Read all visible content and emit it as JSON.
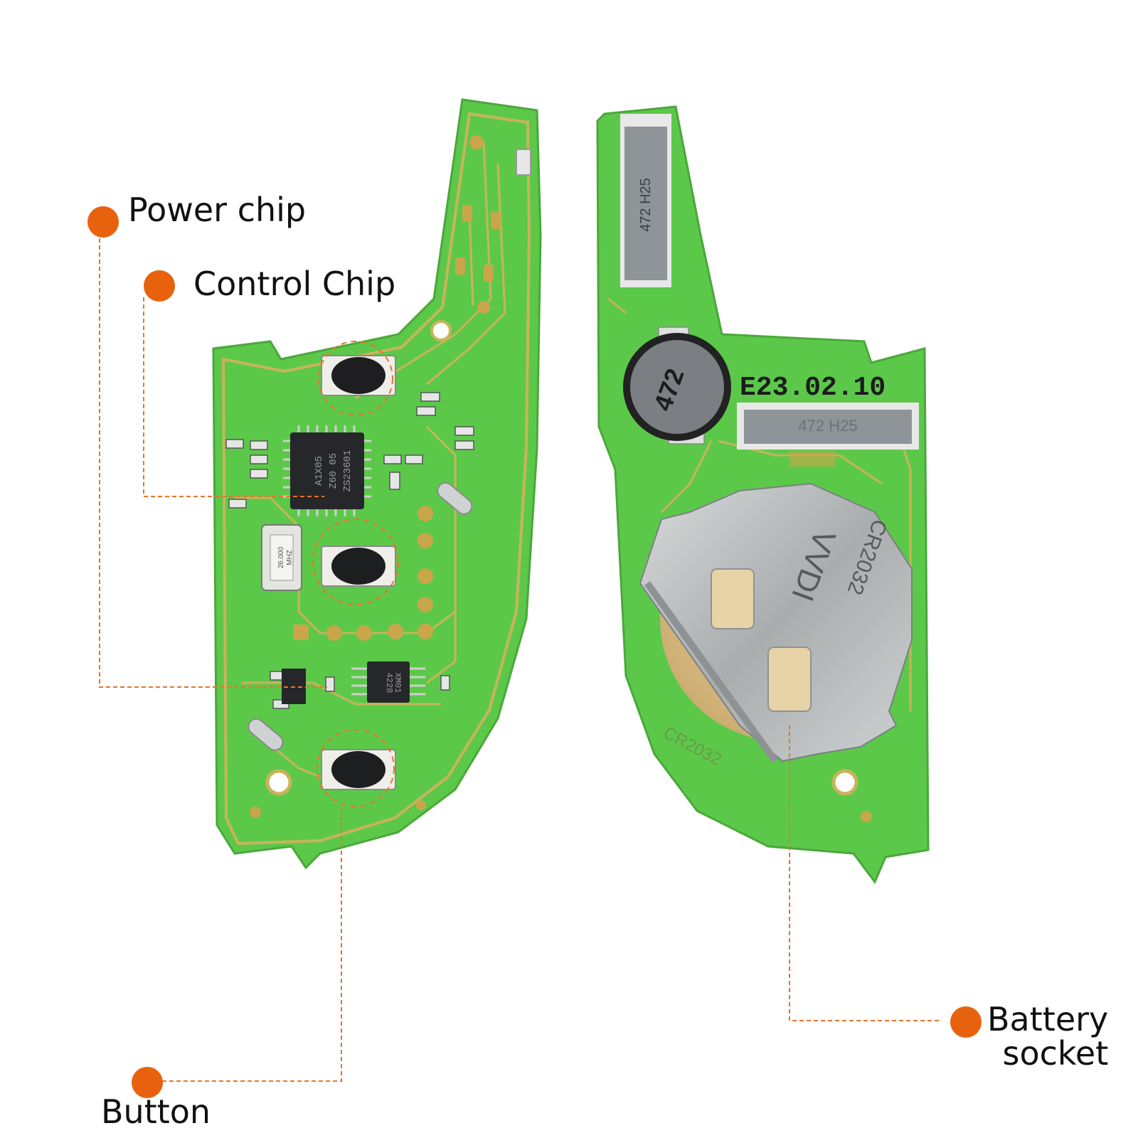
{
  "colors": {
    "accent": "#e8620e",
    "pcb_green": "#5cc84a",
    "trace": "#c8b45a",
    "metal": "#b9bcbd",
    "chip": "#26272a"
  },
  "callouts": {
    "power_chip": "Power chip",
    "control_chip": "Control Chip",
    "button": "Button",
    "battery_socket_line1": "Battery",
    "battery_socket_line2": "socket"
  },
  "board_front": {
    "chip_label_lines": [
      "A1X05",
      "Z60 05",
      "ZS23601"
    ],
    "crystal_label_lines": [
      "26.000",
      "MHZ"
    ],
    "power_chip_label_lines": [
      "XM01",
      "4228"
    ]
  },
  "board_back": {
    "date_code": "E23.02.10",
    "inductor_label": "472",
    "connector_label": "472 H25",
    "battery_clip_label_lines": [
      "VVDI",
      "CR2032"
    ],
    "silkscreen_label": "CR2032"
  }
}
